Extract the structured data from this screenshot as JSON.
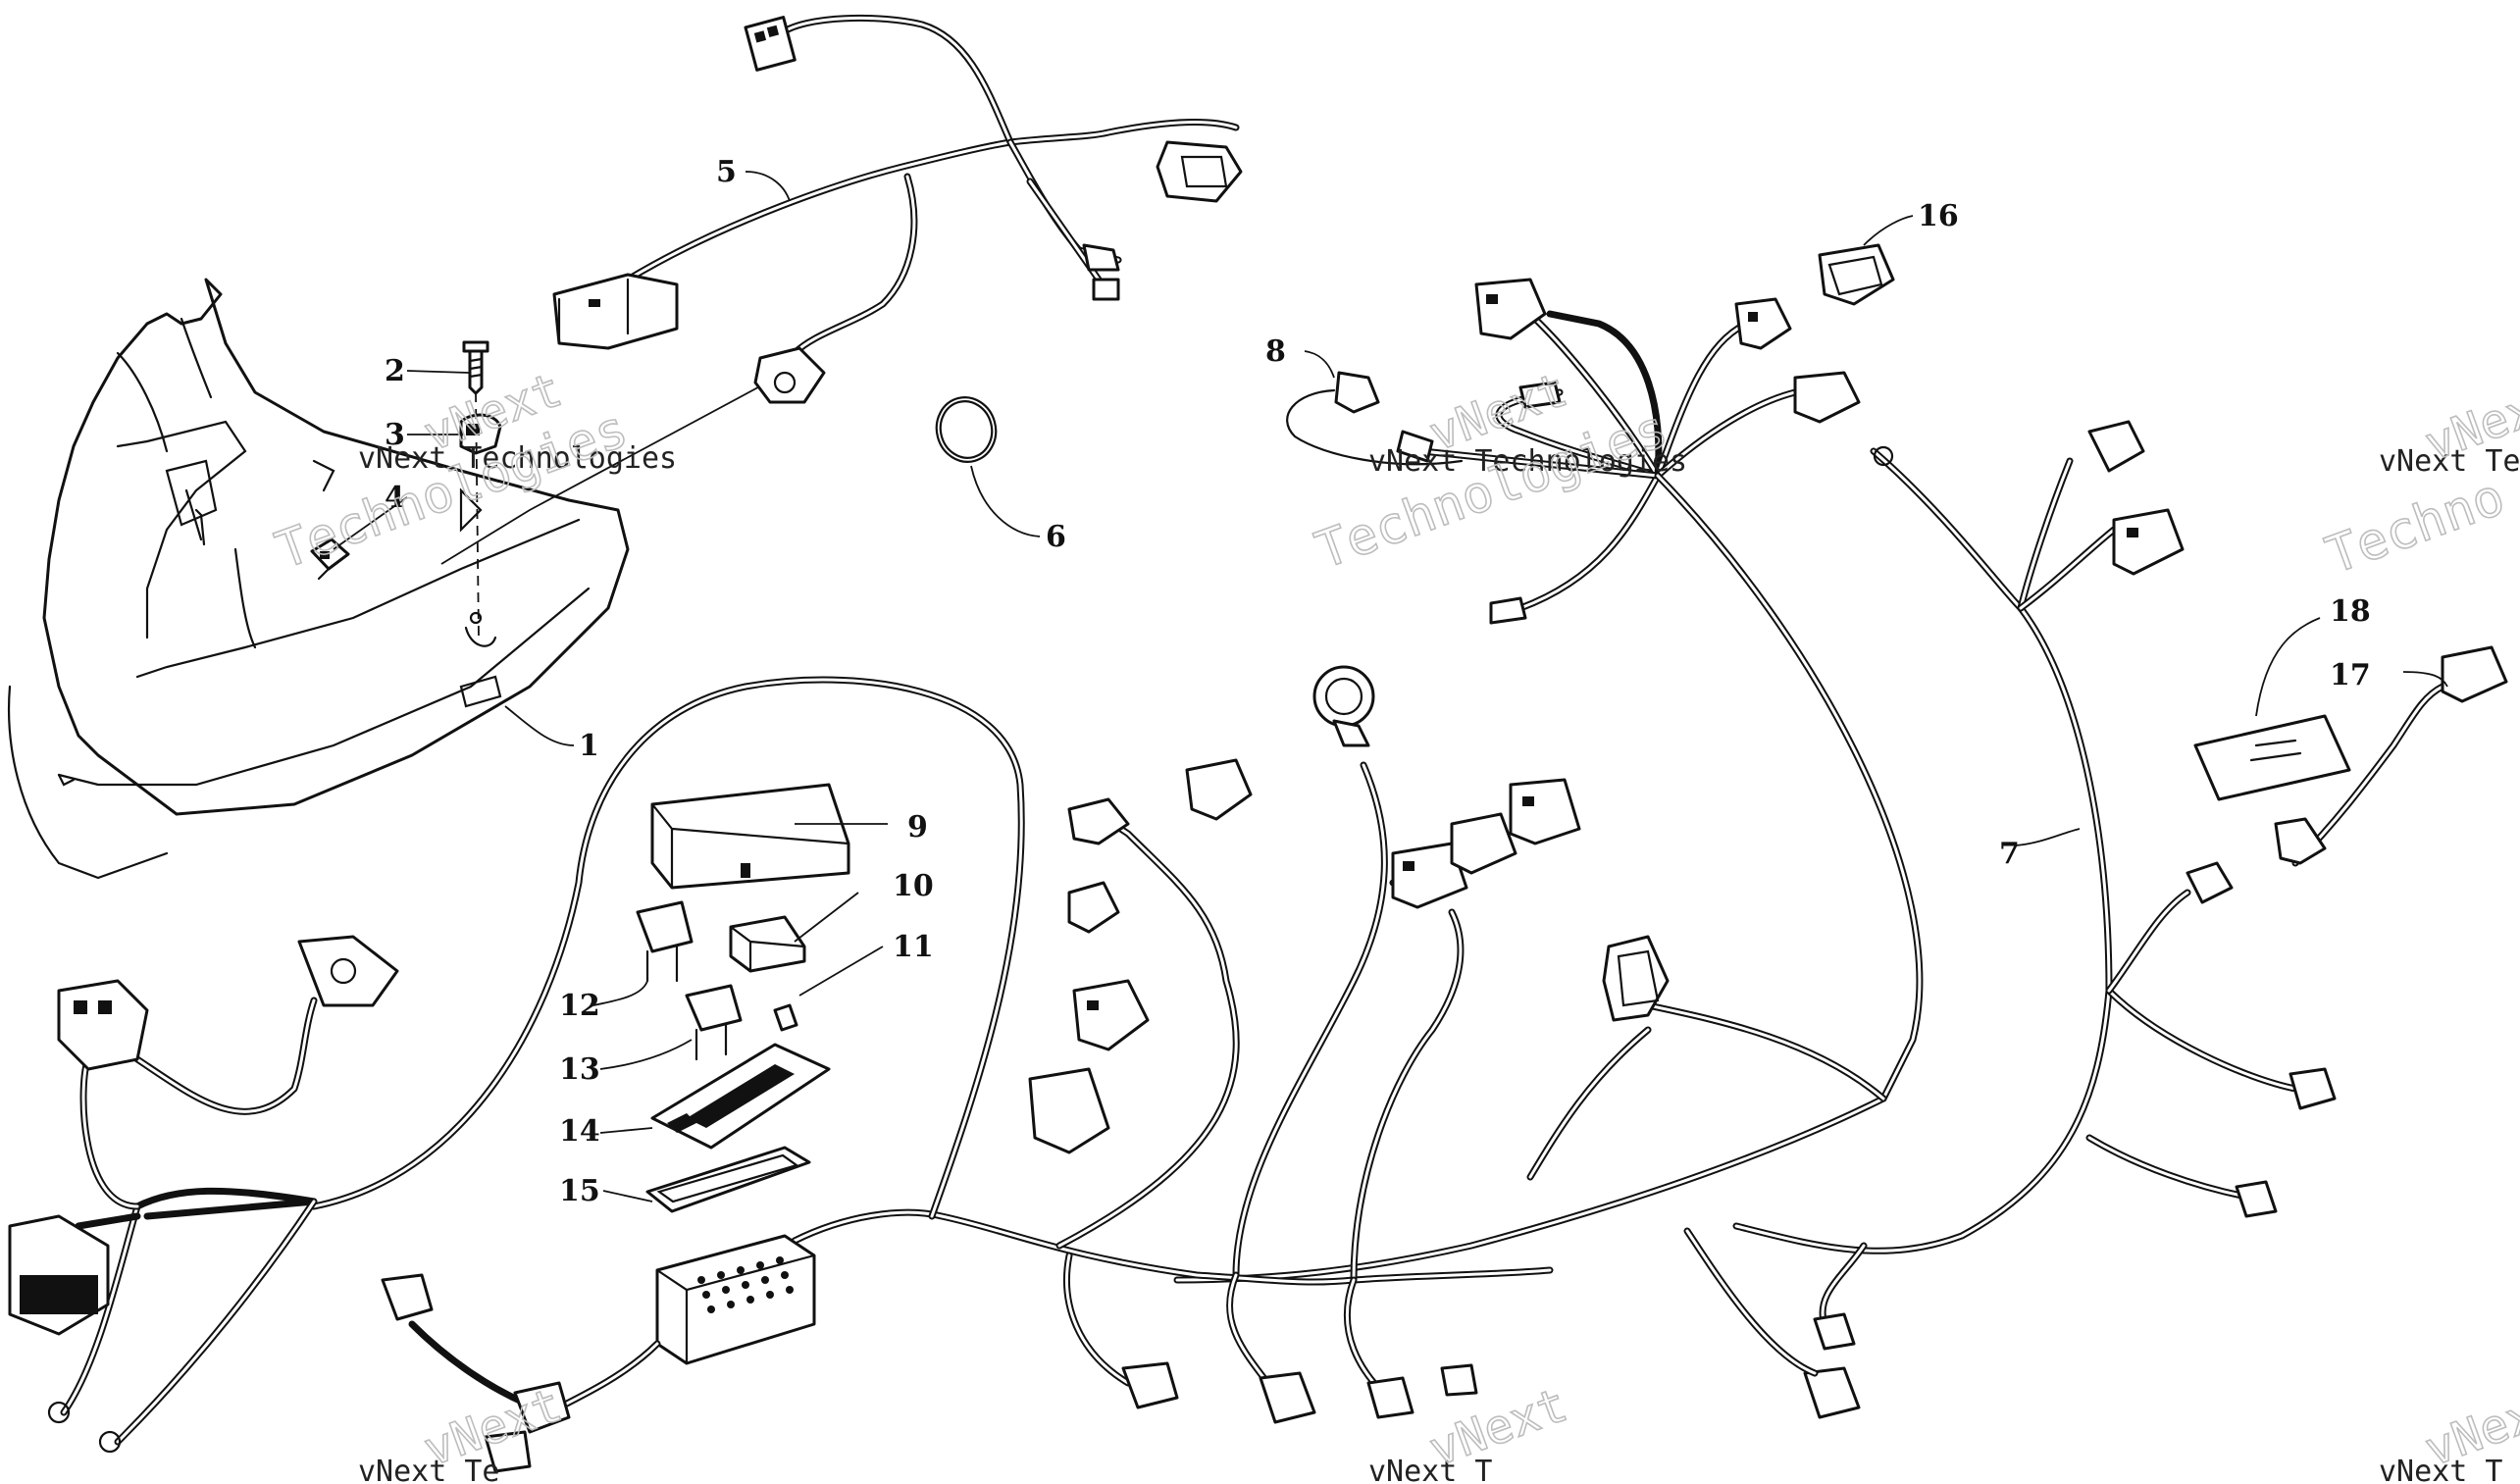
{
  "callouts": [
    {
      "id": "1",
      "label": "1"
    },
    {
      "id": "2",
      "label": "2"
    },
    {
      "id": "3",
      "label": "3"
    },
    {
      "id": "4",
      "label": "4"
    },
    {
      "id": "5",
      "label": "5"
    },
    {
      "id": "6",
      "label": "6"
    },
    {
      "id": "7",
      "label": "7"
    },
    {
      "id": "8",
      "label": "8"
    },
    {
      "id": "9",
      "label": "9"
    },
    {
      "id": "10",
      "label": "10"
    },
    {
      "id": "11",
      "label": "11"
    },
    {
      "id": "12",
      "label": "12"
    },
    {
      "id": "13",
      "label": "13"
    },
    {
      "id": "14",
      "label": "14"
    },
    {
      "id": "15",
      "label": "15"
    },
    {
      "id": "16",
      "label": "16"
    },
    {
      "id": "17",
      "label": "17"
    },
    {
      "id": "18",
      "label": "18"
    }
  ],
  "watermark": {
    "brand": "vNext",
    "line2": "Technologies",
    "full": "vNext Technologies",
    "partial_right": "vNext Tec",
    "partial_right_bottom": "vNext T",
    "partial_left_bottom": "vNext Te",
    "partial_tech_right": "Techno"
  }
}
